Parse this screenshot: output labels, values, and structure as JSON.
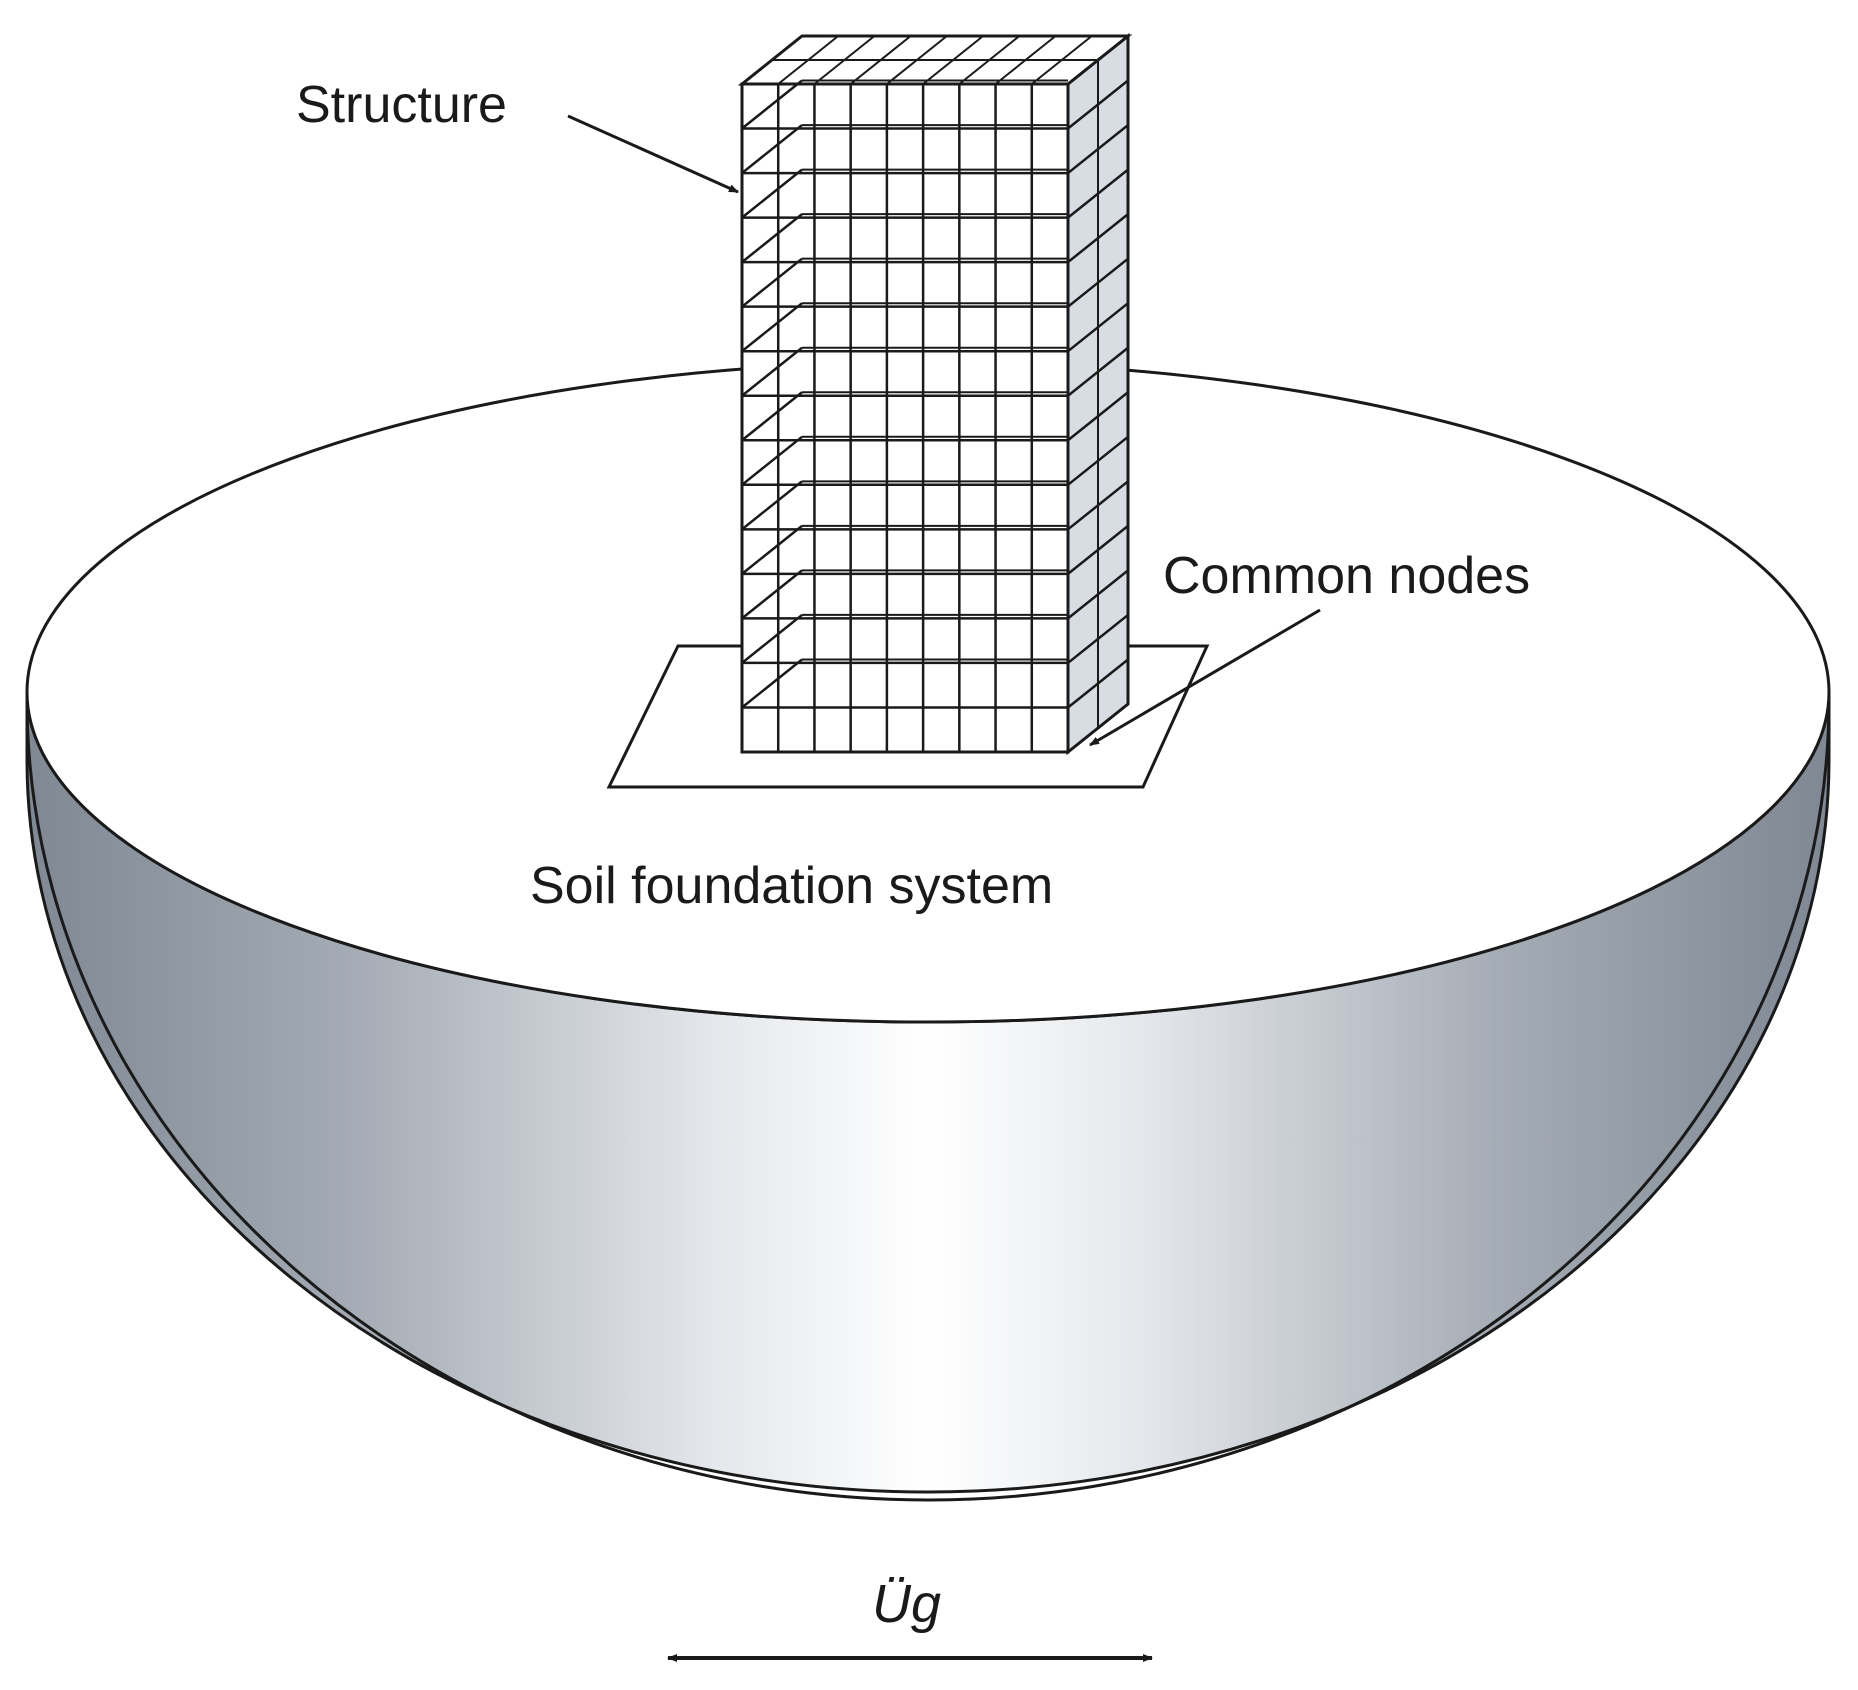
{
  "labels": {
    "structure": "Structure",
    "common_nodes": "Common nodes",
    "soil_system": "Soil foundation system",
    "ground_motion": "Üg"
  },
  "colors": {
    "stroke": "#1a1a1a",
    "bowl_dark": "#7f8893",
    "bowl_light": "#ffffff",
    "building_side": "#d8dde4"
  },
  "structure": {
    "stories": 15,
    "bays": 9
  }
}
